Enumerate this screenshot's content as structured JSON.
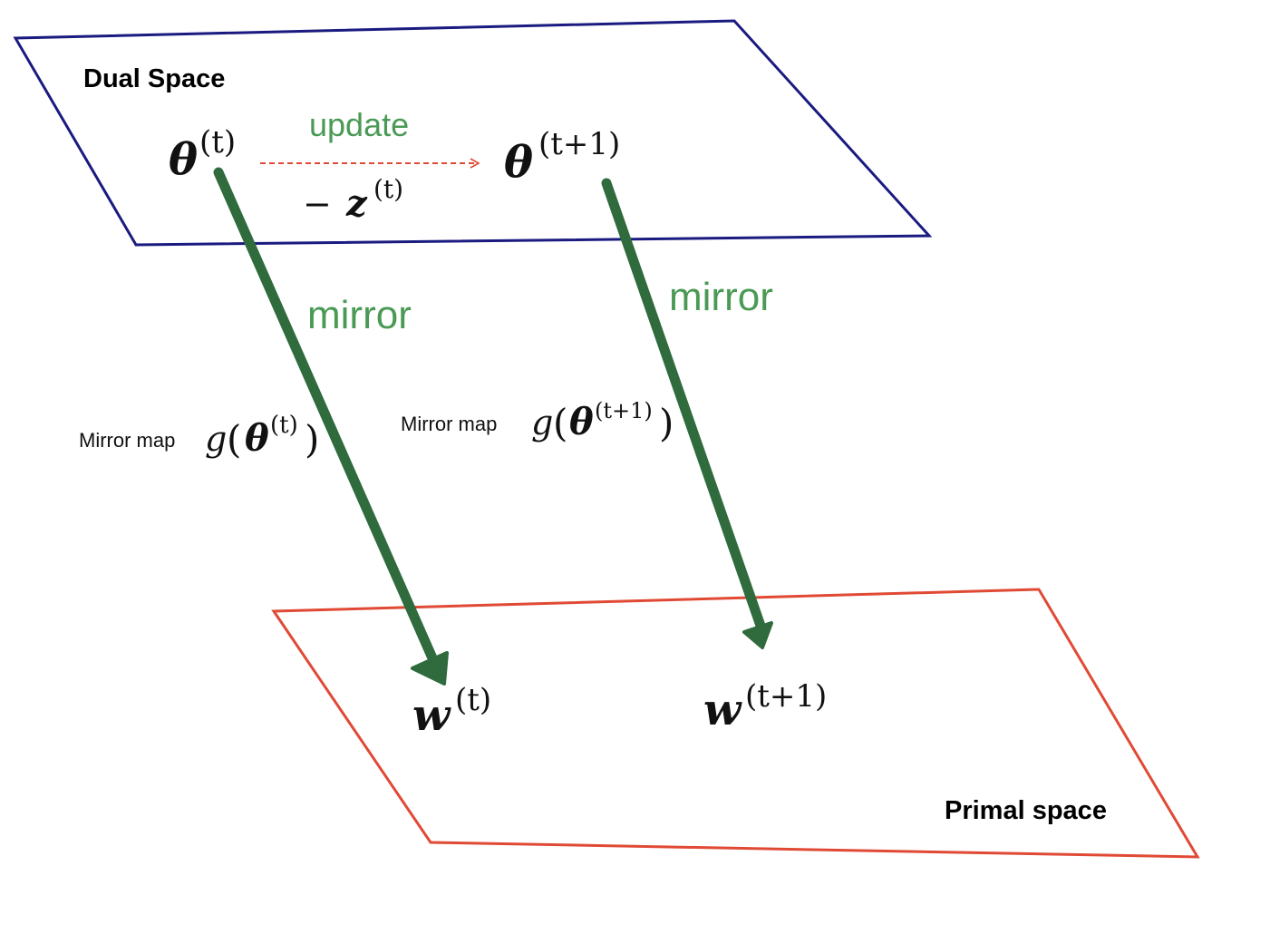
{
  "planes": {
    "dual": {
      "label": "Dual Space",
      "border_color": "#1a1a80"
    },
    "primal": {
      "label": "Primal space",
      "border_color": "#e04a35"
    }
  },
  "dual_nodes": {
    "theta_t": {
      "symbol": "θ",
      "superscript": "(t)"
    },
    "theta_t1": {
      "symbol": "θ",
      "superscript": "(t+1)"
    }
  },
  "primal_nodes": {
    "w_t": {
      "symbol": "w",
      "superscript": "(t)"
    },
    "w_t1": {
      "symbol": "w",
      "superscript": "(t+1)"
    }
  },
  "update_step": {
    "label": "update",
    "operator": "−",
    "symbol": "z",
    "superscript": "(t)",
    "arrow_color": "#e04a35"
  },
  "mirror_links": [
    {
      "label": "mirror",
      "map_label": "Mirror map",
      "func": "g",
      "arg_symbol": "θ",
      "arg_superscript": "(t)"
    },
    {
      "label": "mirror",
      "map_label": "Mirror map",
      "func": "g",
      "arg_symbol": "θ",
      "arg_superscript": "(t+1)"
    }
  ],
  "colors": {
    "mirror_arrow": "#2f6b3d",
    "green_text": "#4a9a55",
    "text": "#111111"
  }
}
